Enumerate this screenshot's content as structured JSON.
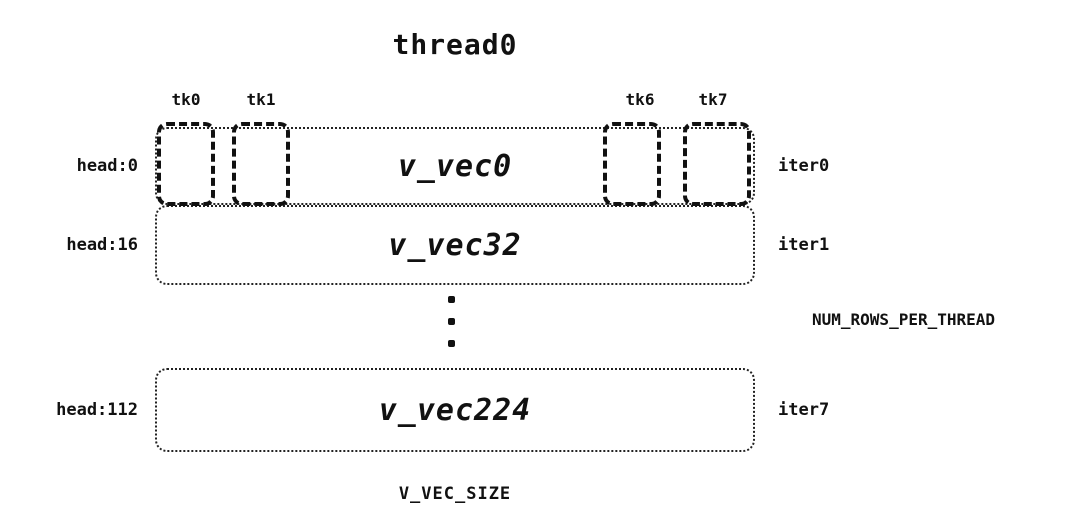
{
  "diagram": {
    "title": "thread0",
    "tick_labels": [
      "tk0",
      "tk1",
      "tk6",
      "tk7"
    ],
    "rows": [
      {
        "head": "head:0",
        "vec": "v_vec0",
        "iter": "iter0"
      },
      {
        "head": "head:16",
        "vec": "v_vec32",
        "iter": "iter1"
      },
      {
        "head": "head:112",
        "vec": "v_vec224",
        "iter": "iter7"
      }
    ],
    "right_annotation": "NUM_ROWS_PER_THREAD",
    "bottom_label": "V_VEC_SIZE"
  }
}
